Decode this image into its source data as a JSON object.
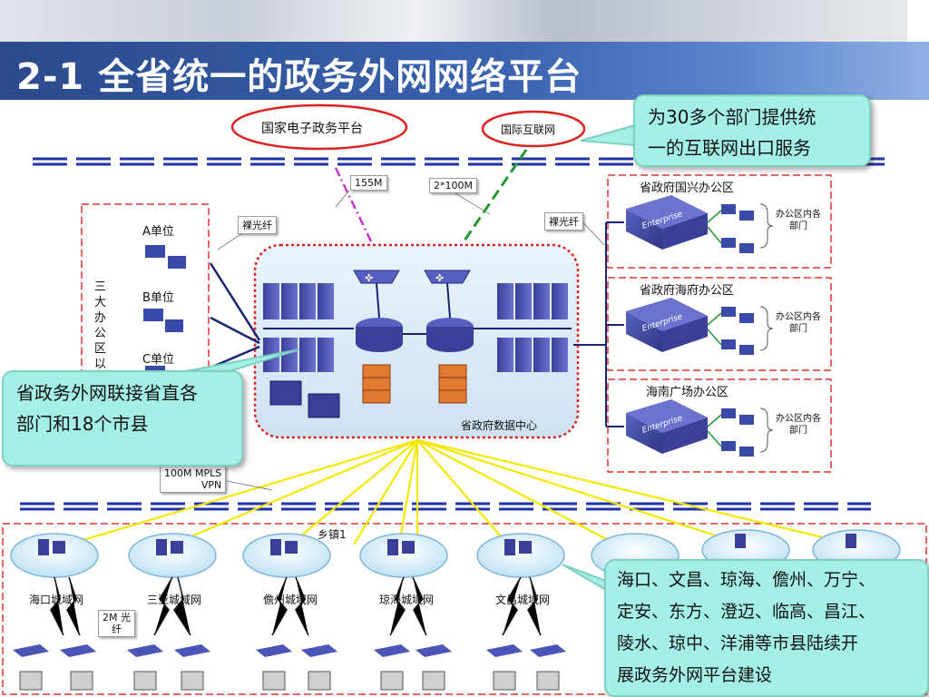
{
  "header": {
    "title": "2-1  全省统一的政务外网网络平台"
  },
  "callouts": {
    "top": [
      "为30多个部门提供统",
      "一的互联网出口服务"
    ],
    "left": [
      "省政务外网联接省直各",
      "部门和18个市县"
    ],
    "bottom": [
      "海口、文昌、琼海、儋州、万宁、",
      "定安、东方、澄迈、临高、昌江、",
      "陵水、琼中、洋浦等市县陆续开",
      "展政务外网平台建设"
    ]
  },
  "diagram": {
    "national_platform": "国家电子政务平台",
    "internet": "国际互联网",
    "link_155m": "155M",
    "link_2x100m": "2*100M",
    "fiber_left": "裸光纤",
    "fiber_right": "裸光纤",
    "units": [
      "A单位",
      "B单位",
      "C单位"
    ],
    "three_offices_vertical": "三大办公区以外",
    "data_center": "省政府数据中心",
    "mpls_vpn": [
      "100M MPLS",
      "VPN"
    ],
    "offices": [
      {
        "name": "省政府国兴办公区",
        "dept": "办公区内各部门"
      },
      {
        "name": "省政府海府办公区",
        "dept": "办公区内各部门"
      },
      {
        "name": "海南广场办公区",
        "dept": "办公区内各部门"
      }
    ],
    "township": "乡镇1",
    "fiber_2m": [
      "2M 光",
      "纤"
    ],
    "city_networks": [
      "海口城域网",
      "三亚城域网",
      "儋州城域网",
      "琼海城域网",
      "文昌城域网"
    ],
    "enterprise_label": "Enterprise"
  },
  "colors": {
    "title_band": "#2a4a8c",
    "dashed_blue": "#2233aa",
    "red_dashed": "#dd3333",
    "callout": "#a5f0e6",
    "yellow_links": "#f5e800"
  }
}
